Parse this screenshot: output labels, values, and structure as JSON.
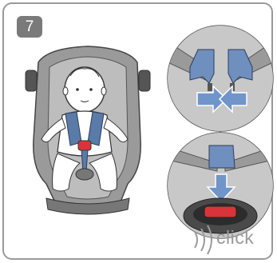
{
  "step": {
    "number": "7"
  },
  "detail_bottom": {
    "click_label": "click"
  },
  "colors": {
    "border": "#9a9a9a",
    "badge": "#7a7a7a",
    "seat_gray": "#8c8c8c",
    "harness_blue": "#5a7aa8",
    "arrow_blue": "#6f95c9",
    "buckle_red": "#d8343a"
  },
  "icons": [
    "car-seat-with-child",
    "harness-buckle-parts",
    "push-arrows",
    "buckle-click"
  ]
}
